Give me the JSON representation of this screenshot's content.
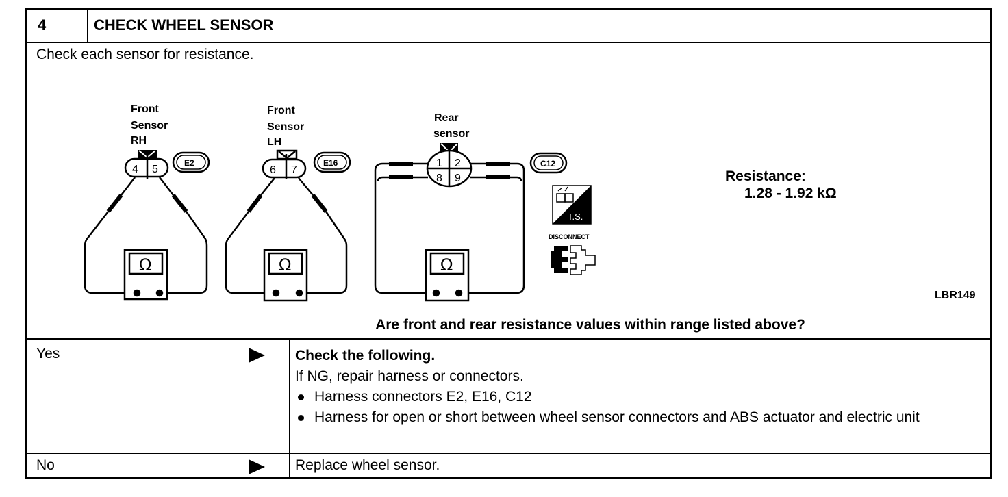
{
  "header": {
    "step_number": "4",
    "title": "CHECK WHEEL SENSOR"
  },
  "instruction": "Check each sensor for resistance.",
  "diagram": {
    "sensors": [
      {
        "label_lines": [
          "Front",
          "Sensor",
          "RH"
        ],
        "pins": [
          "4",
          "5"
        ],
        "connector": "E2"
      },
      {
        "label_lines": [
          "Front",
          "Sensor",
          "LH"
        ],
        "pins": [
          "6",
          "7"
        ],
        "connector": "E16"
      },
      {
        "label_lines": [
          "Rear",
          "sensor"
        ],
        "pins": [
          "1",
          "2",
          "8",
          "9"
        ],
        "connector": "C12"
      }
    ],
    "meter_symbol": "Ω",
    "ts_icon_label": "T.S.",
    "disconnect_label": "DISCONNECT",
    "icons": [
      "ohmmeter-icon",
      "test-symbol-icon",
      "disconnect-connector-icon"
    ]
  },
  "spec": {
    "label": "Resistance:",
    "value": "1.28 - 1.92 kΩ"
  },
  "figure_id": "LBR149",
  "question": "Are front and rear resistance values within range listed above?",
  "outcomes": {
    "yes": {
      "label": "Yes",
      "title": "Check the following.",
      "note": "If NG, repair harness or connectors.",
      "items": [
        "Harness connectors E2, E16, C12",
        "Harness for open or short between wheel sensor connectors and ABS actuator and electric unit"
      ]
    },
    "no": {
      "label": "No",
      "action": "Replace wheel sensor."
    }
  }
}
